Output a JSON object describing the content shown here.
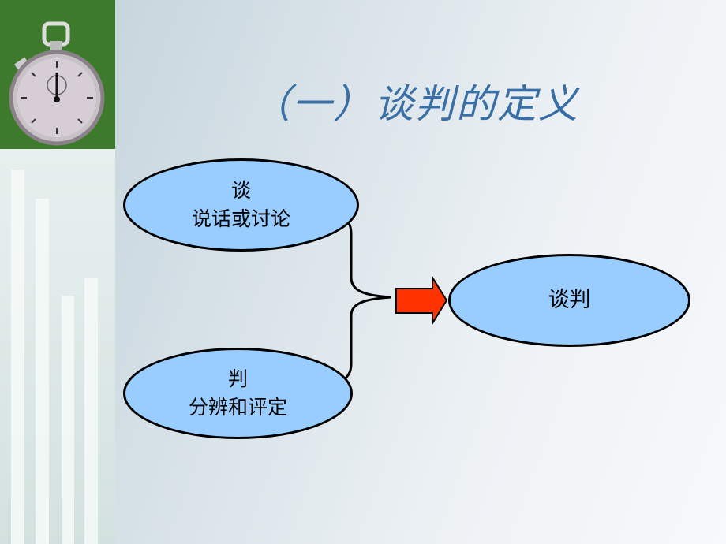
{
  "slide": {
    "title": "（一）谈判的定义",
    "nodes": {
      "tan": {
        "char": "谈",
        "meaning": "说话或讨论"
      },
      "pan": {
        "char": "判",
        "meaning": "分辨和评定"
      },
      "result": {
        "label": "谈判"
      }
    },
    "colors": {
      "title": "#3a6fa6",
      "node_fill": "#99ccff",
      "arrow_fill": "#ff3300",
      "photo_bg": "#3d7a2c"
    },
    "icons": [
      "stopwatch-icon",
      "right-arrow-icon"
    ]
  }
}
